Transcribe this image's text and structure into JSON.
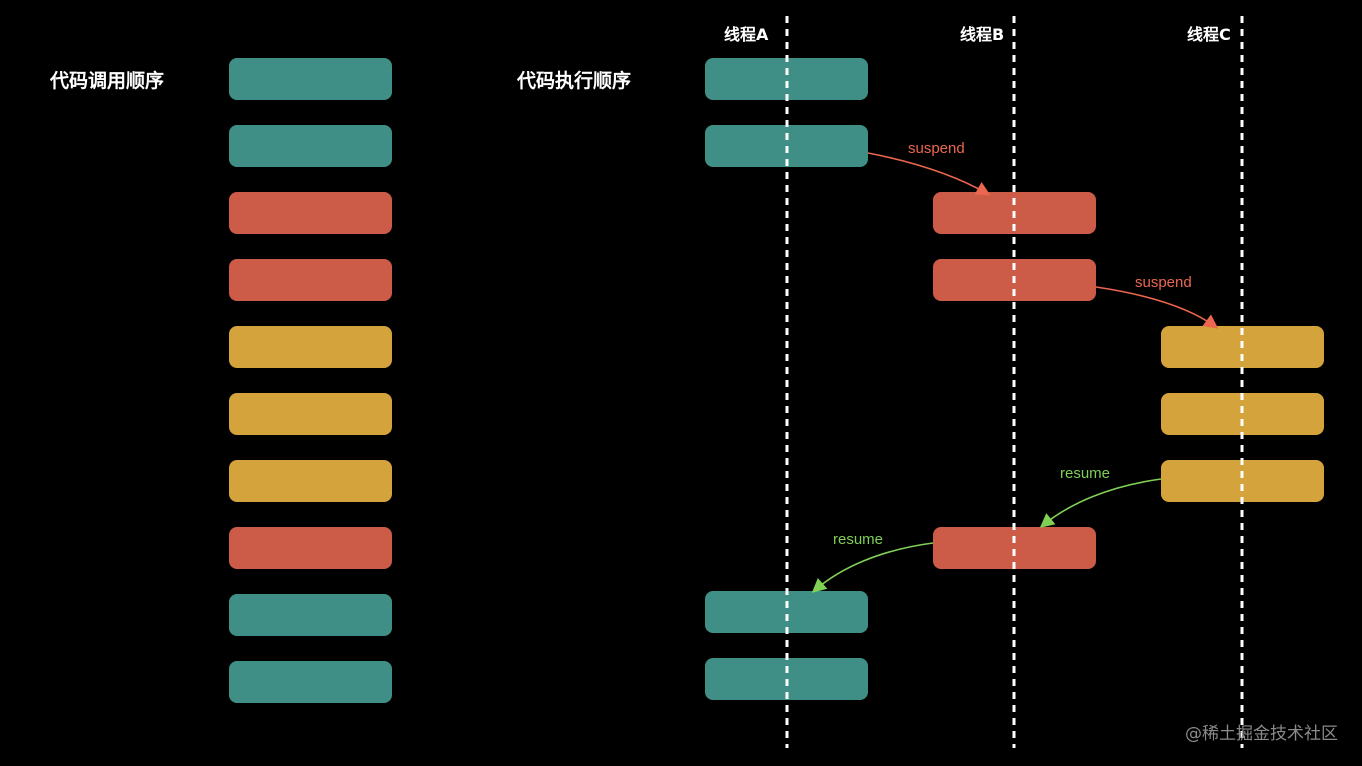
{
  "labels": {
    "call_order": "代码调用顺序",
    "exec_order": "代码执行顺序",
    "thread_a": "线程A",
    "thread_b": "线程B",
    "thread_c": "线程C",
    "watermark": "@稀土掘金技术社区"
  },
  "colors": {
    "background": "#000000",
    "thread_a_block": "#3f8f86",
    "thread_b_block": "#cc5c48",
    "thread_c_block": "#d4a33b",
    "suspend_arrow": "#ec6650",
    "resume_arrow": "#7fd054",
    "divider": "#ffffff"
  },
  "call_order_blocks": [
    {
      "thread": "A",
      "color_key": "thread_a_block"
    },
    {
      "thread": "A",
      "color_key": "thread_a_block"
    },
    {
      "thread": "B",
      "color_key": "thread_b_block"
    },
    {
      "thread": "B",
      "color_key": "thread_b_block"
    },
    {
      "thread": "C",
      "color_key": "thread_c_block"
    },
    {
      "thread": "C",
      "color_key": "thread_c_block"
    },
    {
      "thread": "C",
      "color_key": "thread_c_block"
    },
    {
      "thread": "B",
      "color_key": "thread_b_block"
    },
    {
      "thread": "A",
      "color_key": "thread_a_block"
    },
    {
      "thread": "A",
      "color_key": "thread_a_block"
    }
  ],
  "exec_order_blocks": [
    {
      "thread": "A",
      "row": 0
    },
    {
      "thread": "A",
      "row": 1
    },
    {
      "thread": "B",
      "row": 2
    },
    {
      "thread": "B",
      "row": 3
    },
    {
      "thread": "C",
      "row": 4
    },
    {
      "thread": "C",
      "row": 5
    },
    {
      "thread": "C",
      "row": 6
    },
    {
      "thread": "B",
      "row": 7
    },
    {
      "thread": "A",
      "row": 8
    },
    {
      "thread": "A",
      "row": 9
    }
  ],
  "transitions": [
    {
      "label": "suspend",
      "kind": "suspend",
      "from_row": 1,
      "to_row": 2
    },
    {
      "label": "suspend",
      "kind": "suspend",
      "from_row": 3,
      "to_row": 4
    },
    {
      "label": "resume",
      "kind": "resume",
      "from_row": 6,
      "to_row": 7
    },
    {
      "label": "resume",
      "kind": "resume",
      "from_row": 7,
      "to_row": 8
    }
  ]
}
